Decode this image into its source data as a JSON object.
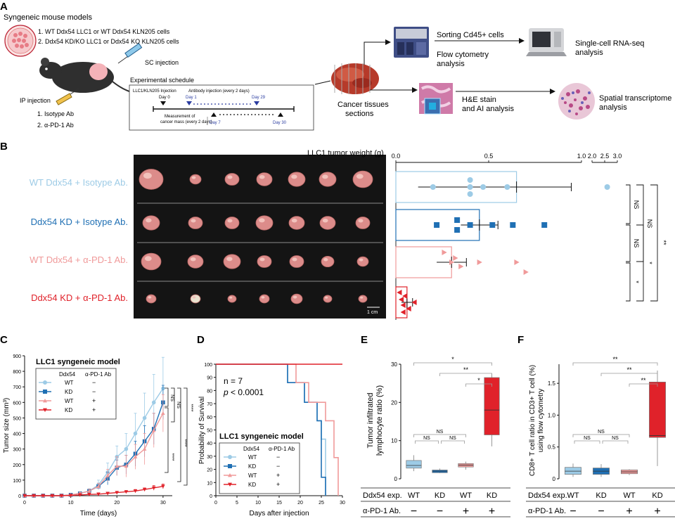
{
  "panelA": {
    "label": "A",
    "models_title": "Syngeneic mouse models",
    "model1": "1. WT Ddx54 LLC1 or WT Ddx54 KLN205 cells",
    "model2": "2. Ddx54 KD/KO LLC1 or Ddx54 KO KLN205  cells",
    "sc_injection": "SC injection",
    "ip_injection": "IP injection",
    "treat1": "1.  Isotype Ab",
    "treat2": "2.  α-PD-1 Ab",
    "schedule_title": "Experimental schedule",
    "sched_injection": "LLC1/KLN205 Injection",
    "sched_antibody": "Antibody injection (every 2 days)",
    "day0": "Day 0",
    "day1": "Day 1",
    "day29": "Day 29",
    "measure1": "Measurement of",
    "measure2": "cancer mass (every 2 days)",
    "day7": "Day 7",
    "day30": "Day 30",
    "cancer_tissues": "Cancer tissues",
    "sections": "sections",
    "sorting": "Sorting Cd45+ cells",
    "flow1": "Flow cytometry",
    "flow2": "analysis",
    "scrna1": "Single-cell RNA-seq",
    "scrna2": "analysis",
    "he1": "H&E stain",
    "he2": "and AI analysis",
    "spatial1": "Spatial transcriptome",
    "spatial2": "analysis"
  },
  "panelB": {
    "label": "B",
    "row_labels": [
      "WT Ddx54 + Isotype Ab.",
      "Ddx54 KD + Isotype Ab.",
      "WT Ddx54 + α-PD-1 Ab.",
      "Ddx54 KD + α-PD-1 Ab."
    ],
    "row_colors": [
      "#9dcbe6",
      "#2070b4",
      "#f09a9a",
      "#e0222a"
    ],
    "scale_bar": "1 cm",
    "sig": [
      "NS",
      "NS",
      "NS",
      "*",
      "*",
      "**"
    ]
  },
  "panelC": {
    "label": "C",
    "model": "LLC1 syngeneic model",
    "legend_header": [
      "Ddx54",
      "α-PD-1 Ab"
    ],
    "legend_rows": [
      {
        "g": "WT",
        "t": "−"
      },
      {
        "g": "KD",
        "t": "−"
      },
      {
        "g": "WT",
        "t": "+"
      },
      {
        "g": "KD",
        "t": "+"
      }
    ],
    "sig": [
      "NS",
      "NS",
      "****",
      "****",
      "****"
    ]
  },
  "panelD": {
    "label": "D",
    "n": "n = 7",
    "p_italic": "p",
    "p_rest": " < 0.0001",
    "model": "LLC1 syngeneic model",
    "legend_header": [
      "Ddx54",
      "α-PD-1 Ab"
    ],
    "legend_rows": [
      {
        "g": "WT",
        "t": "−"
      },
      {
        "g": "KD",
        "t": "−"
      },
      {
        "g": "WT",
        "t": "+"
      },
      {
        "g": "KD",
        "t": "+"
      }
    ]
  },
  "panelE": {
    "label": "E",
    "row1_label": "Ddx54 exp.",
    "row2_label": "α-PD-1 Ab.",
    "groups": [
      "WT",
      "KD",
      "WT",
      "KD"
    ],
    "treat": [
      "−",
      "−",
      "+",
      "+"
    ],
    "sig_top": [
      "*",
      "**",
      "*"
    ],
    "sig_low": [
      "NS",
      "NS",
      "NS"
    ]
  },
  "panelF": {
    "label": "F",
    "row1_label": "Ddx54 exp.",
    "row2_label": "α-PD-1 Ab.",
    "groups": [
      "WT",
      "KD",
      "WT",
      "KD"
    ],
    "treat": [
      "−",
      "−",
      "+",
      "+"
    ],
    "sig_top": [
      "**",
      "**",
      "**"
    ],
    "sig_low": [
      "NS",
      "NS",
      "NS"
    ]
  },
  "chart_data": [
    {
      "type": "scatter",
      "title": "LLC1 tumor weight (g)",
      "xlabel": "LLC1 tumor weight (g)",
      "ylabel": "",
      "x_ticks": [
        "0.0",
        "0.5",
        "1.0",
        "2.0",
        "2.5",
        "3.0"
      ],
      "series": [
        {
          "name": "WT Ddx54 + Isotype Ab.",
          "color": "#9dcbe6",
          "mean": 0.65,
          "sd": 0.53,
          "values": [
            0.2,
            0.4,
            0.4,
            0.4,
            0.47,
            0.6,
            2.6
          ]
        },
        {
          "name": "Ddx54 KD + Isotype Ab.",
          "color": "#2070b4",
          "mean": 0.45,
          "sd": 0.1,
          "values": [
            0.22,
            0.33,
            0.33,
            0.4,
            0.52,
            0.63,
            0.8
          ]
        },
        {
          "name": "WT Ddx54 + α-PD-1 Ab.",
          "color": "#f09a9a",
          "mean": 0.3,
          "sd": 0.08,
          "values": [
            0.26,
            0.3,
            0.32,
            0.35,
            0.45,
            0.65,
            0.7
          ]
        },
        {
          "name": "Ddx54 KD + α-PD-1 Ab.",
          "color": "#e0222a",
          "mean": 0.06,
          "sd": 0.03,
          "values": [
            0.02,
            0.03,
            0.04,
            0.04,
            0.05,
            0.07,
            0.1
          ]
        }
      ]
    },
    {
      "type": "line",
      "title": "LLC1 syngeneic model",
      "xlabel": "Time (days)",
      "ylabel": "Tumor size (mm³)",
      "xlim": [
        0,
        32
      ],
      "ylim": [
        0,
        900
      ],
      "x_ticks": [
        0,
        10,
        20,
        30
      ],
      "y_ticks": [
        0,
        100,
        200,
        300,
        400,
        500,
        600,
        700,
        800,
        900
      ],
      "x": [
        0,
        2,
        4,
        6,
        8,
        10,
        12,
        14,
        16,
        18,
        20,
        22,
        24,
        26,
        28,
        30
      ],
      "series": [
        {
          "name": "WT −",
          "color": "#9dcbe6",
          "marker": "circle",
          "values": [
            0,
            0,
            0,
            0,
            0,
            5,
            15,
            30,
            70,
            150,
            250,
            300,
            400,
            500,
            600,
            690
          ],
          "err": [
            0,
            0,
            0,
            0,
            0,
            5,
            10,
            15,
            30,
            60,
            70,
            100,
            130,
            160,
            180,
            200
          ]
        },
        {
          "name": "KD −",
          "color": "#2070b4",
          "marker": "square",
          "values": [
            0,
            0,
            0,
            0,
            0,
            5,
            15,
            30,
            60,
            110,
            180,
            200,
            270,
            350,
            430,
            600
          ],
          "err": [
            0,
            0,
            0,
            0,
            0,
            5,
            8,
            12,
            20,
            40,
            50,
            60,
            80,
            100,
            100,
            110
          ]
        },
        {
          "name": "WT +",
          "color": "#f09a9a",
          "marker": "triangle-up",
          "values": [
            0,
            0,
            0,
            0,
            0,
            5,
            15,
            30,
            60,
            130,
            190,
            190,
            250,
            300,
            420,
            530
          ],
          "err": [
            0,
            0,
            0,
            0,
            0,
            5,
            8,
            12,
            20,
            40,
            60,
            70,
            80,
            100,
            110,
            120
          ]
        },
        {
          "name": "KD +",
          "color": "#e0222a",
          "marker": "triangle-down",
          "values": [
            0,
            0,
            0,
            0,
            0,
            2,
            5,
            8,
            10,
            15,
            20,
            25,
            30,
            40,
            50,
            60
          ],
          "err": [
            0,
            0,
            0,
            0,
            0,
            2,
            3,
            4,
            5,
            5,
            8,
            8,
            10,
            10,
            15,
            15
          ]
        }
      ]
    },
    {
      "type": "line",
      "title": "LLC1 syngeneic model",
      "xlabel": "Days after injection",
      "ylabel": "Probability of Survival",
      "xlim": [
        0,
        30
      ],
      "ylim": [
        0,
        100
      ],
      "x_ticks": [
        0,
        5,
        10,
        15,
        20,
        25,
        30
      ],
      "y_ticks": [
        0,
        10,
        20,
        30,
        40,
        50,
        60,
        70,
        80,
        90,
        100
      ],
      "series": [
        {
          "name": "WT −",
          "color": "#9dcbe6",
          "steps": [
            [
              0,
              100
            ],
            [
              17,
              86
            ],
            [
              21,
              71
            ],
            [
              24,
              57
            ],
            [
              25,
              43
            ],
            [
              26,
              0
            ]
          ]
        },
        {
          "name": "KD −",
          "color": "#2070b4",
          "steps": [
            [
              0,
              100
            ],
            [
              17,
              86
            ],
            [
              21,
              71
            ],
            [
              24,
              57
            ],
            [
              25,
              14
            ],
            [
              26,
              0
            ]
          ]
        },
        {
          "name": "WT +",
          "color": "#f09a9a",
          "steps": [
            [
              0,
              100
            ],
            [
              19,
              86
            ],
            [
              22,
              71
            ],
            [
              26,
              57
            ],
            [
              28,
              29
            ],
            [
              29,
              0
            ]
          ]
        },
        {
          "name": "KD +",
          "color": "#e0222a",
          "steps": [
            [
              0,
              100
            ],
            [
              30,
              100
            ]
          ]
        }
      ]
    },
    {
      "type": "box",
      "title": "",
      "xlabel": "",
      "ylabel": "Tumor infiltrated lymphocyte ratio (%)",
      "ylim": [
        0,
        30
      ],
      "y_ticks": [
        0,
        10,
        20,
        30
      ],
      "categories": [
        "WT −",
        "KD −",
        "WT +",
        "KD +"
      ],
      "boxes": [
        {
          "min": 2,
          "q1": 2.8,
          "median": 3.5,
          "q3": 4.8,
          "max": 6.2,
          "color": "#9dcbe6"
        },
        {
          "min": 1.5,
          "q1": 1.6,
          "median": 2.0,
          "q3": 2.3,
          "max": 2.7,
          "color": "#2070b4"
        },
        {
          "min": 2.4,
          "q1": 3.1,
          "median": 3.6,
          "q3": 4.0,
          "max": 4.5,
          "color": "#f09a9a"
        },
        {
          "min": 8.5,
          "q1": 11.5,
          "median": 18.0,
          "q3": 26.5,
          "max": 27.5,
          "color": "#e0222a"
        }
      ]
    },
    {
      "type": "box",
      "title": "",
      "xlabel": "",
      "ylabel": "CD8+ T cell ratio in CD3+ T cell (%) using flow cytometry",
      "ylim": [
        0,
        1.8
      ],
      "y_ticks": [
        0,
        0.5,
        1.0,
        1.5
      ],
      "categories": [
        "WT −",
        "KD −",
        "WT +",
        "KD +"
      ],
      "boxes": [
        {
          "min": 0.03,
          "q1": 0.07,
          "median": 0.12,
          "q3": 0.18,
          "max": 0.24,
          "color": "#9dcbe6"
        },
        {
          "min": 0.03,
          "q1": 0.07,
          "median": 0.12,
          "q3": 0.17,
          "max": 0.23,
          "color": "#2070b4"
        },
        {
          "min": 0.06,
          "q1": 0.08,
          "median": 0.11,
          "q3": 0.14,
          "max": 0.15,
          "color": "#f09a9a"
        },
        {
          "min": 0.2,
          "q1": 0.65,
          "median": 0.68,
          "q3": 1.52,
          "max": 1.7,
          "color": "#e0222a"
        }
      ]
    }
  ]
}
